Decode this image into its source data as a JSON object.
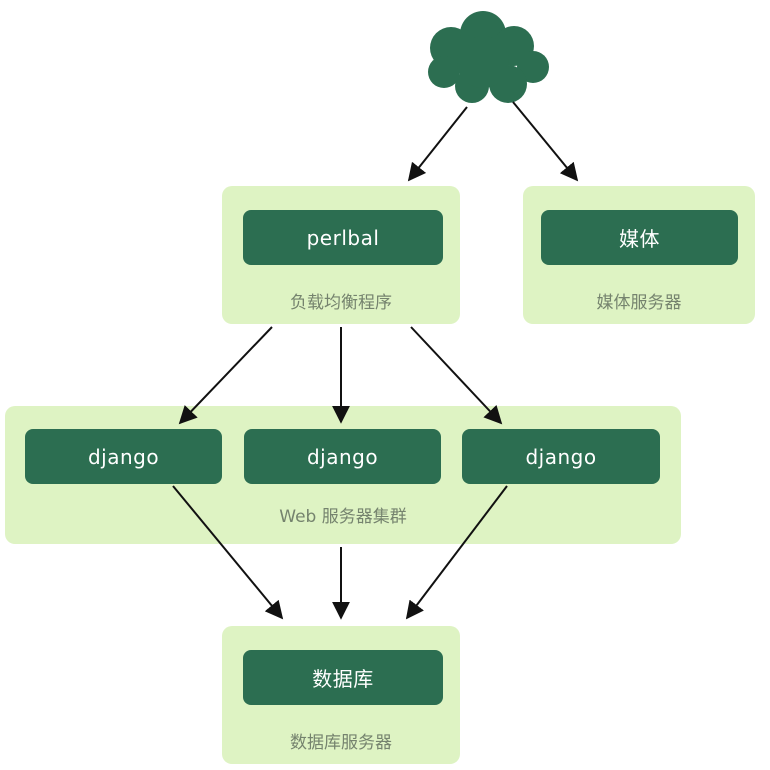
{
  "loadbalancer": {
    "label": "perlbal",
    "caption": "负载均衡程序"
  },
  "media": {
    "label": "媒体",
    "caption": "媒体服务器"
  },
  "webcluster": {
    "servers": [
      "django",
      "django",
      "django"
    ],
    "caption": "Web 服务器集群"
  },
  "database": {
    "label": "数据库",
    "caption": "数据库服务器"
  },
  "colors": {
    "dark_green": "#2c6e51",
    "light_green": "#def3c3",
    "caption_text": "#75836e",
    "box_text": "#ffffff",
    "arrow": "#111111"
  }
}
